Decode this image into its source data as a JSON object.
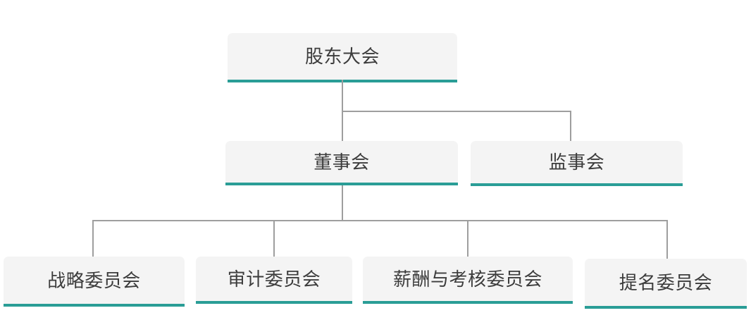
{
  "chart_data": {
    "type": "diagram",
    "diagram_type": "organization-chart",
    "title": "",
    "orientation": "top-down",
    "accent_color": "#2a9d96",
    "node_fill_color": "#f4f4f4",
    "node_text_color": "#3c3c3c",
    "connector_color": "#9e9e9e",
    "levels": [
      {
        "level": 1,
        "nodes": [
          "shareholders-meeting"
        ]
      },
      {
        "level": 2,
        "nodes": [
          "board-of-directors",
          "board-of-supervisors"
        ]
      },
      {
        "level": 3,
        "nodes": [
          "strategy-committee",
          "audit-committee",
          "remuneration-committee",
          "nomination-committee"
        ]
      }
    ],
    "nodes": [
      {
        "id": "shareholders-meeting",
        "label": "股东大会",
        "level": 1
      },
      {
        "id": "board-of-directors",
        "label": "董事会",
        "level": 2
      },
      {
        "id": "board-of-supervisors",
        "label": "监事会",
        "level": 2
      },
      {
        "id": "strategy-committee",
        "label": "战略委员会",
        "level": 3
      },
      {
        "id": "audit-committee",
        "label": "审计委员会",
        "level": 3
      },
      {
        "id": "remuneration-committee",
        "label": "薪酬与考核委员会",
        "level": 3
      },
      {
        "id": "nomination-committee",
        "label": "提名委员会",
        "level": 3
      }
    ],
    "edges": [
      {
        "from": "shareholders-meeting",
        "to": "board-of-directors"
      },
      {
        "from": "shareholders-meeting",
        "to": "board-of-supervisors"
      },
      {
        "from": "board-of-directors",
        "to": "strategy-committee"
      },
      {
        "from": "board-of-directors",
        "to": "audit-committee"
      },
      {
        "from": "board-of-directors",
        "to": "remuneration-committee"
      },
      {
        "from": "board-of-directors",
        "to": "nomination-committee"
      }
    ]
  },
  "nodes": {
    "shareholders_meeting": {
      "label": "股东大会"
    },
    "board_of_directors": {
      "label": "董事会"
    },
    "board_of_supervisors": {
      "label": "监事会"
    },
    "strategy_committee": {
      "label": "战略委员会"
    },
    "audit_committee": {
      "label": "审计委员会"
    },
    "remuneration_committee": {
      "label": "薪酬与考核委员会"
    },
    "nomination_committee": {
      "label": "提名委员会"
    }
  }
}
